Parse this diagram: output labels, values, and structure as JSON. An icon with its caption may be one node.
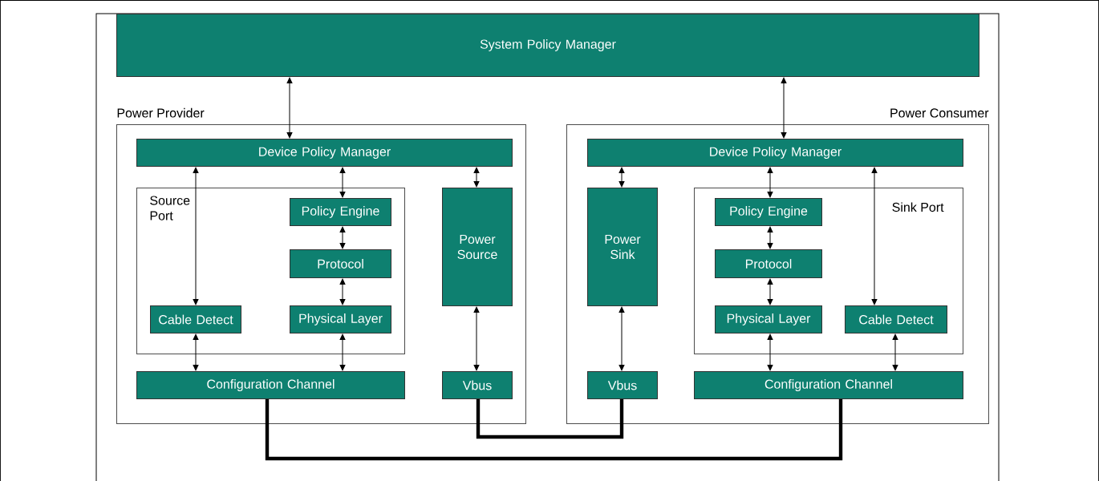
{
  "diagram": {
    "nodes": [
      {
        "text": [
          "System Policy Manager"
        ]
      },
      {
        "text": [
          "Power Provider"
        ]
      },
      {
        "text": [
          "Device Policy Manager"
        ],
        "in": 1
      },
      {
        "text": [
          "Source Port"
        ],
        "in": 1
      },
      {
        "text": [
          "Policy Engine"
        ],
        "in": 3
      },
      {
        "text": [
          "Protocol"
        ],
        "in": 3
      },
      {
        "text": [
          "Cable Detect"
        ],
        "in": 3
      },
      {
        "text": [
          "Physical Layer"
        ],
        "in": 3
      },
      {
        "text": [
          "Configuration Channel"
        ],
        "in": 1
      },
      {
        "text": [
          "Power Source"
        ],
        "in": 1
      },
      {
        "text": [
          "Vbus"
        ],
        "in": 1
      },
      {
        "text": [
          "Power Consumer"
        ]
      },
      {
        "text": [
          "Device Policy Manager"
        ],
        "in": 11
      },
      {
        "text": [
          "Power Sink"
        ],
        "in": 11
      },
      {
        "text": [
          "Sink Port"
        ],
        "in": 11
      },
      {
        "text": [
          "Policy Engine"
        ],
        "in": 14
      },
      {
        "text": [
          "Protocol"
        ],
        "in": 14
      },
      {
        "text": [
          "Physical Layer"
        ],
        "in": 14
      },
      {
        "text": [
          "Cable Detect"
        ],
        "in": 14
      },
      {
        "text": [
          "Vbus"
        ],
        "in": 11
      },
      {
        "text": [
          "Configuration Channel"
        ],
        "in": 11
      }
    ],
    "edges": [
      {
        "from": 0,
        "to": 2,
        "arrow": "both"
      },
      {
        "from": 0,
        "to": 12,
        "arrow": "both"
      },
      {
        "from": 2,
        "to": 6,
        "arrow": "both"
      },
      {
        "from": 2,
        "to": 4,
        "arrow": "both"
      },
      {
        "from": 2,
        "to": 9,
        "arrow": "both"
      },
      {
        "from": 4,
        "to": 5,
        "arrow": "both"
      },
      {
        "from": 5,
        "to": 7,
        "arrow": "both"
      },
      {
        "from": 6,
        "to": 8,
        "arrow": "both"
      },
      {
        "from": 7,
        "to": 8,
        "arrow": "both"
      },
      {
        "from": 9,
        "to": 10,
        "arrow": "both"
      },
      {
        "from": 12,
        "to": 13,
        "arrow": "both"
      },
      {
        "from": 12,
        "to": 15,
        "arrow": "both"
      },
      {
        "from": 12,
        "to": 18,
        "arrow": "both"
      },
      {
        "from": 15,
        "to": 16,
        "arrow": "both"
      },
      {
        "from": 16,
        "to": 17,
        "arrow": "both"
      },
      {
        "from": 17,
        "to": 20,
        "arrow": "both"
      },
      {
        "from": 18,
        "to": 20,
        "arrow": "both"
      },
      {
        "from": 13,
        "to": 19,
        "arrow": "both"
      },
      {
        "from": 8,
        "to": 20,
        "arrow": "none",
        "style": "thick"
      },
      {
        "from": 10,
        "to": 19,
        "arrow": "none",
        "style": "thick"
      }
    ]
  }
}
